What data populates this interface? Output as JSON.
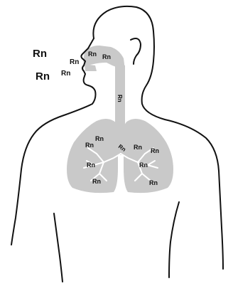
{
  "labels": {
    "outside": [
      "Rn",
      "Rn",
      "Rn",
      "Rn"
    ],
    "airway": [
      "Rn",
      "Rn",
      "Rn",
      "Rn"
    ],
    "left_lung": [
      "Rn",
      "Rn",
      "Rn",
      "Rn"
    ],
    "right_lung": [
      "Rn",
      "Rn",
      "Rn",
      "Rn"
    ]
  },
  "colors": {
    "outline": "#111111",
    "tissue": "#c9c9c9",
    "text": "#111111"
  }
}
